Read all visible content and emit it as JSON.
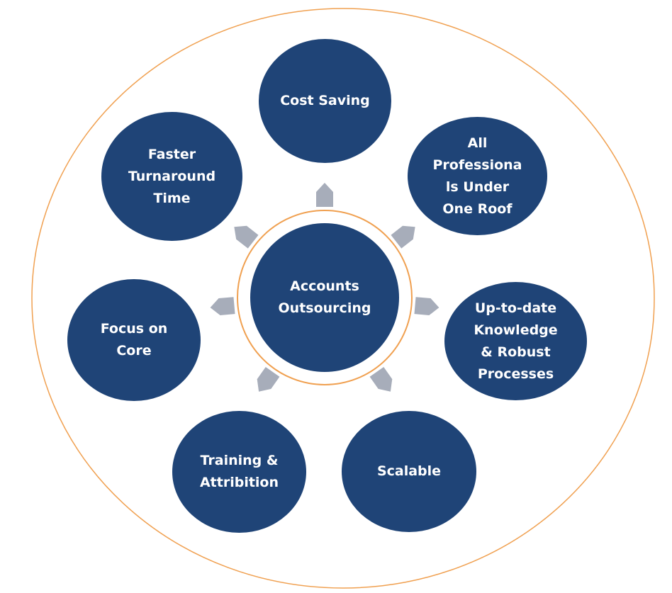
{
  "center": {
    "label": "Accounts\nOutsourcing"
  },
  "benefits": [
    {
      "label": "Cost Saving"
    },
    {
      "label": "All\nProfessiona\nls Under\nOne Roof"
    },
    {
      "label": "Up-to-date\nKnowledge\n& Robust\nProcesses"
    },
    {
      "label": "Scalable"
    },
    {
      "label": "Training &\nAttribition"
    },
    {
      "label": "Focus on\nCore"
    },
    {
      "label": "Faster\nTurnaround\nTime"
    }
  ],
  "colors": {
    "node": "#1f4477",
    "ring": "#f0a050",
    "arrow": "#a7adba"
  }
}
